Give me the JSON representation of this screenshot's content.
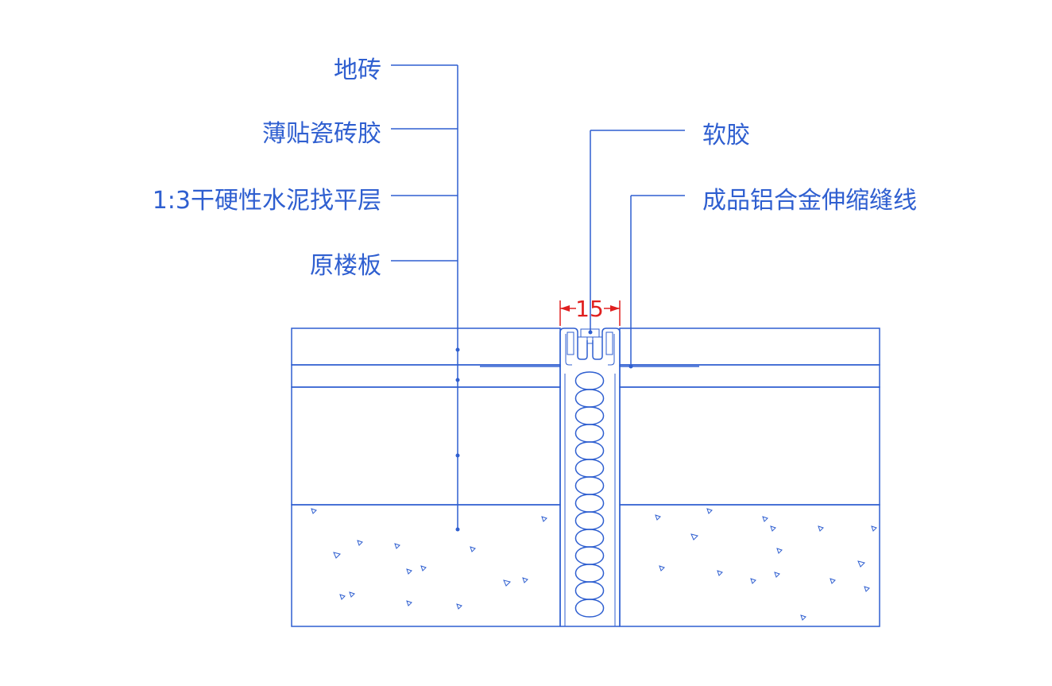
{
  "labels": {
    "tile": "地砖",
    "adhesive": "薄贴瓷砖胶",
    "screed": "1:3干硬性水泥找平层",
    "slab": "原楼板",
    "sealant": "软胶",
    "joint_profile": "成品铝合金伸缩缝线"
  },
  "dimension": {
    "gap_width": "15"
  },
  "colors": {
    "line": "#2f5fd0",
    "dimension": "#e02020",
    "background": "#ffffff"
  }
}
